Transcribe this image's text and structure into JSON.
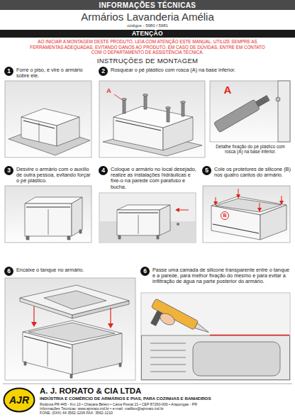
{
  "diagram": {
    "title": "Armários Lavanderia Amélia",
    "nodes": [
      {
        "text": [
          "INFORMAÇÕES TÉCNICAS"
        ]
      },
      {
        "text": [
          "ATENÇÃO"
        ]
      },
      {
        "text": [
          "Forre o piso, e vire o armário sobre ele."
        ]
      },
      {
        "text": [
          "1"
        ],
        "in": 2
      },
      {
        "text": [
          "Rosquear o pé plástico com rosca (A) na base inferior."
        ]
      },
      {
        "text": [
          "2"
        ],
        "in": 4
      },
      {
        "text": [
          "Desvire o armário com o auxílio de outra pessoa, evitando forçar o pé plástico."
        ]
      },
      {
        "text": [
          "3"
        ],
        "in": 6
      },
      {
        "text": [
          "Coloque o armário no local desejado, realize as instalações hidráulicas e fixe-o na parede com parafuso e bucha."
        ]
      },
      {
        "text": [
          "4"
        ],
        "in": 8
      },
      {
        "text": [
          "Cole os protetores de silicone (B) nos quatro cantos do armário."
        ]
      },
      {
        "text": [
          "5"
        ],
        "in": 10
      },
      {
        "text": [
          "Encaixe o tanque no armário."
        ]
      },
      {
        "text": [
          "6"
        ],
        "in": 12
      },
      {
        "text": [
          "Passe uma camada de silicone transparente entre o tanque e a parede, para melhor fixação do mesmo e para evitar a infiltração de água na parte posterior do armário."
        ]
      },
      {
        "text": [
          "6"
        ],
        "in": 14
      },
      {
        "text": [
          "AJR"
        ]
      }
    ],
    "labels": [
      "códigos - 5980 / 5981",
      "AO INICIAR A MONTAGEM DESTE PRODUTO, LEIA COM ATENÇÃO ESTE MANUAL. UTILIZE SEMPRE AS FERRAMENTAS ADEQUADAS, EVITANDO DANOS AO PRODUTO. EM CASO DE DÚVIDAS, ENTRE EM CONTATO COM O DEPARTAMENTO DE ASSISTÊNCIA TÉCNICA.",
      "INSTRUÇÕES DE MONTAGEM",
      "A",
      "A",
      "Detalhe fixação do pé plástico com rosca (A) na base inferior.",
      "B",
      "A. J. RORATO & CIA LTDA",
      "INDÚSTRIA E COMÉRCIO DE ARMÁRIOS E PIAS, PARA COZINHAS E BANHEIROS",
      "Rodovia PR-445 - Km 13 • Chácara Bélem • Caixa Postal 21 • CEP 87260-000 • Arapongas - PR",
      "Informações Técnicas: www.ajrorato.ind.br • e-mail: mailbox@ajrorato.ind.br",
      "FONE: (0XX) 44 3562-1206 FAX: 3562-1210"
    ]
  }
}
